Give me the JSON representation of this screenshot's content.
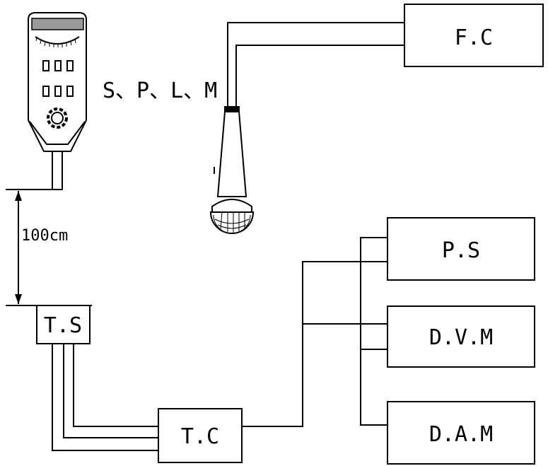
{
  "labels": {
    "splm": "S、P、L、M",
    "fc": "F.C",
    "ps": "P.S",
    "dvm": "D.V.M",
    "dam": "D.A.M",
    "ts": "T.S",
    "tc": "T.C",
    "distance": "100cm"
  },
  "colors": {
    "line": "#000000",
    "background": "#ffffff",
    "screen": "#9a9a9a"
  },
  "icons": [
    "sound-level-meter-icon",
    "microphone-icon",
    "knob-icon"
  ]
}
